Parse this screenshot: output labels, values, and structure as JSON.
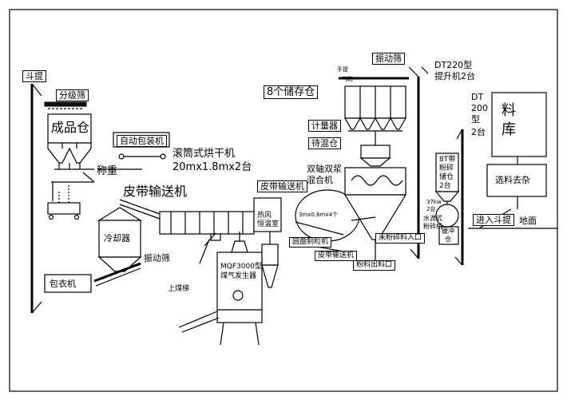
{
  "labels": {
    "bucket_left": "斗提",
    "grading_screen": "分级筛",
    "product_bin": "成品仓",
    "auto_packer": "自动包装机",
    "drum_dryer_1": "滚筒式烘干机",
    "drum_dryer_2": "20mx1.8mx2台",
    "weigher": "称重",
    "belt_conveyor_left": "皮带输送机",
    "cooler": "冷却器",
    "vib_screen_left": "振动筛",
    "coating_machine": "包衣机",
    "coal_feed": "上煤梯",
    "gas_generator_1": "MQF3000型",
    "gas_generator_2": "煤气发生器",
    "hot_air_room_1": "热风",
    "hot_air_room_2": "恒温室",
    "belt_conveyor_mid": "皮带输送机",
    "disc_granulator_spec": "3mx0.6mx4个",
    "disc_granulator": "圆盘制粒机",
    "belt_conveyor_low": "皮带输送机",
    "twin_mixer_1": "双轴双浆",
    "twin_mixer_2": "混合机",
    "storage_bins": "8个储存仓",
    "metering": "计量器",
    "mixing_bin": "待混仓",
    "vib_screen_top": "振动筛",
    "dt220_1": "DT220型",
    "dt220_2": "提升机2台",
    "dt200_1": "DT",
    "dt200_2": "200",
    "dt200_3": "型",
    "dt200_4": "2台",
    "raw_store_1": "料",
    "raw_store_2": "库",
    "sorting": "选料去杂",
    "crushed_bin_1": "8T带",
    "crushed_bin_2": "粉碎",
    "crushed_bin_3": "储仓",
    "crushed_bin_4": "2台",
    "motor_spec_1": "37kw",
    "motor_spec_2": "2台",
    "water_crusher_1": "水滴式",
    "water_crusher_2": "粉碎机",
    "buffer_bin_1": "缓冲",
    "buffer_bin_2": "仓",
    "enter_bucket": "进入斗提",
    "ground": "地面",
    "uncrushed_inlet": "未粉碎料入口",
    "powder_outlet": "粉料出料口",
    "top_tag_1": "手提",
    "top_tag_2": "气缸"
  }
}
